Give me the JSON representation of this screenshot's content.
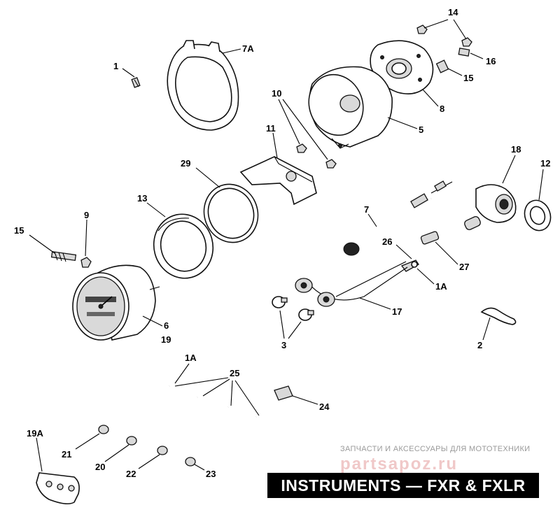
{
  "title": "INSTRUMENTS — FXR & FXLR",
  "watermark": {
    "text": "ЗАПЧАСТИ И АКСЕССУАРЫ ДЛЯ МОТОТЕХНИКИ",
    "logo": "partsapoz.ru"
  },
  "callouts": {
    "c1": "1",
    "c7a": "7A",
    "c14": "14",
    "c16": "16",
    "c15_top": "15",
    "c8": "8",
    "c10": "10",
    "c5": "5",
    "c11": "11",
    "c29": "29",
    "c18": "18",
    "c12": "12",
    "c13": "13",
    "c7": "7",
    "c15_left": "15",
    "c9": "9",
    "c26": "26",
    "c27": "27",
    "c1a_mid": "1A",
    "c17": "17",
    "c6": "6",
    "c19": "19",
    "c3": "3",
    "c2": "2",
    "c1a_bot": "1A",
    "c25": "25",
    "c24": "24",
    "c19a": "19A",
    "c21": "21",
    "c20": "20",
    "c22": "22",
    "c23": "23"
  }
}
